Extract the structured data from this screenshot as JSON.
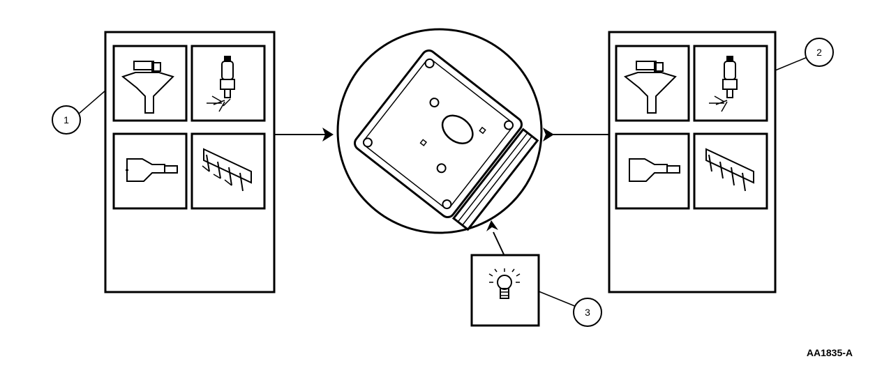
{
  "callouts": [
    {
      "id": "1",
      "label": "1"
    },
    {
      "id": "2",
      "label": "2"
    },
    {
      "id": "3",
      "label": "3"
    }
  ],
  "figure_id": "AA1835-A",
  "icons": {
    "input_panel": [
      "fuel-injector-icon",
      "spark-plug-icon",
      "idle-air-control-icon",
      "fuel-rail-icon"
    ],
    "output_panel": [
      "fuel-injector-icon",
      "spark-plug-icon",
      "idle-air-control-icon",
      "fuel-rail-icon"
    ],
    "center": "ecu-module-icon",
    "indicator": "warning-lamp-icon"
  },
  "colors": {
    "line": "#000000",
    "background": "#ffffff"
  }
}
